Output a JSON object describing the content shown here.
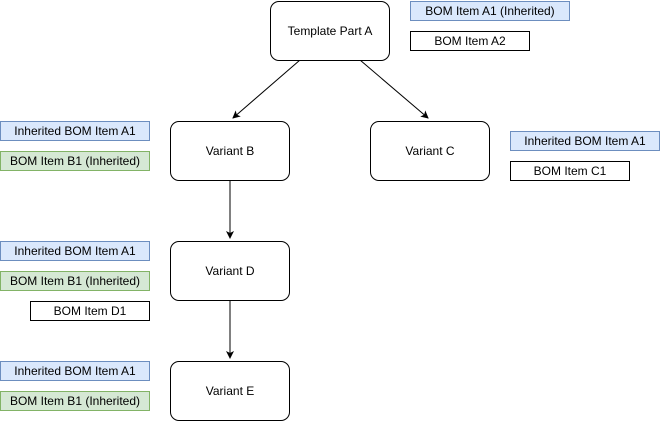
{
  "nodes": {
    "template_part_a": "Template Part A",
    "variant_b": "Variant B",
    "variant_c": "Variant C",
    "variant_d": "Variant D",
    "variant_e": "Variant E"
  },
  "bom_items": {
    "a": [
      "BOM Item A1 (Inherited)",
      "BOM Item A2"
    ],
    "b": [
      "Inherited BOM Item A1",
      "BOM Item B1 (Inherited)"
    ],
    "c": [
      "Inherited BOM Item A1",
      "BOM Item C1"
    ],
    "d": [
      "Inherited BOM Item A1",
      "BOM Item B1 (Inherited)",
      "BOM Item D1"
    ],
    "e": [
      "Inherited BOM Item A1",
      "BOM Item B1 (Inherited)"
    ]
  },
  "edges": [
    {
      "from": "Template Part A",
      "to": "Variant B"
    },
    {
      "from": "Template Part A",
      "to": "Variant C"
    },
    {
      "from": "Variant B",
      "to": "Variant D"
    },
    {
      "from": "Variant D",
      "to": "Variant E"
    }
  ],
  "colors": {
    "inherited_a_fill": "#dae8fc",
    "inherited_a_stroke": "#6c8ebf",
    "inherited_b_fill": "#d5e8d4",
    "inherited_b_stroke": "#82b366",
    "own_item_fill": "#ffffff",
    "line": "#000000"
  }
}
